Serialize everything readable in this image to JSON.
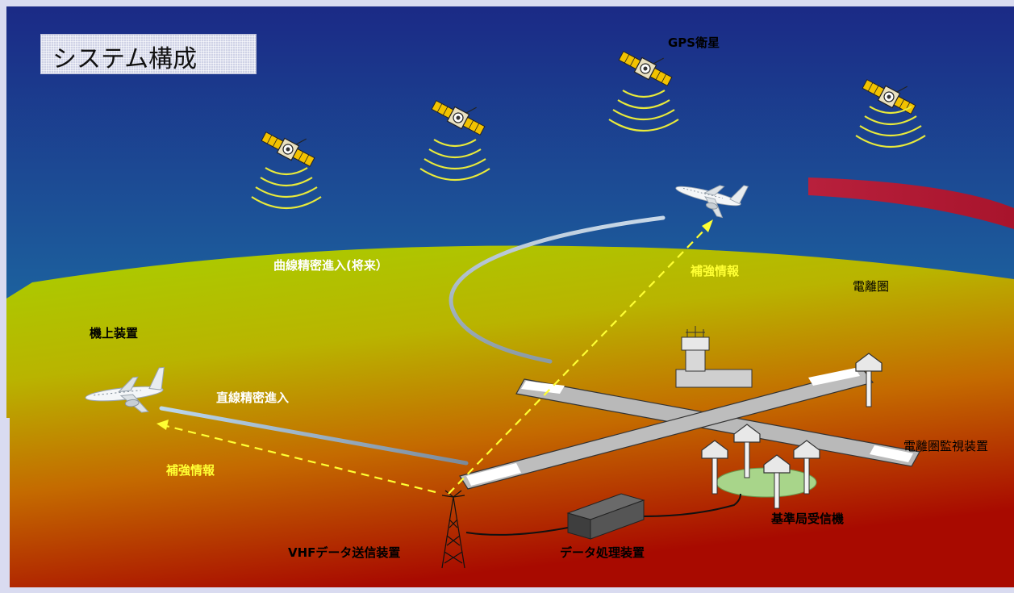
{
  "title": "システム構成",
  "labels": {
    "gps_satellite": "GPS衛星",
    "curved_approach": "曲線精密進入(将来）",
    "augmentation_upper": "補強情報",
    "ionosphere": "電離圏",
    "airborne_equipment": "機上装置",
    "straight_approach": "直線精密進入",
    "augmentation_lower": "補強情報",
    "ionosphere_monitor": "電離圏監視装置",
    "reference_receiver": "基準局受信機",
    "vhf_transmitter": "VHFデータ送信装置",
    "data_processor": "データ処理装置"
  },
  "colors": {
    "sky_top": "#1a2f8c",
    "sky_bottom": "#1f8aa6",
    "ground_top": "#a6cf00",
    "ground_bottom": "#b10600",
    "augmentation_arrow": "#ffff33",
    "ionosphere_band": "#b81e3a"
  },
  "icons": [
    "satellite-icon",
    "airplane-icon",
    "control-tower-icon",
    "antenna-tower-icon",
    "receiver-antenna-icon",
    "server-box-icon"
  ]
}
